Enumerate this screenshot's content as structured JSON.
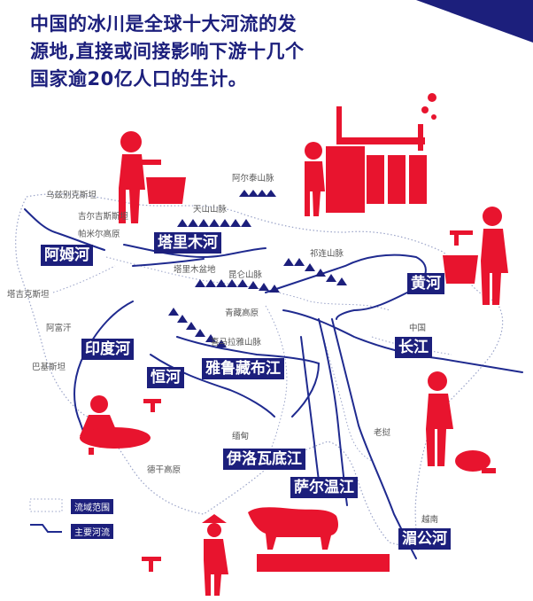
{
  "headline": {
    "line1": "中国的冰川是全球十大河流的发",
    "line2": "源地,直接或间接影响下游十几个",
    "line3": "国家逾20亿人口的生计。"
  },
  "colors": {
    "navy": "#1c1f7c",
    "red": "#e8142e",
    "river": "#1f2a8f",
    "border": "#9aa3c8"
  },
  "country_labels": {
    "uzbekistan": "乌兹别克斯坦",
    "kyrgyzstan": "吉尔吉斯斯坦",
    "pamir": "帕米尔高原",
    "tajikistan": "塔吉克斯坦",
    "afghanistan": "阿富汗",
    "pakistan": "巴基斯坦",
    "myanmar": "缅甸",
    "deccan": "德干高原",
    "laos": "老挝",
    "vietnam": "越南",
    "china": "中国"
  },
  "mountain_labels": {
    "altai": "阿尔泰山脉",
    "tianshan": "天山山脉",
    "tarim_basin": "塔里木盆地",
    "qilian": "祁连山脉",
    "kunlun": "昆仑山脉",
    "qingzang": "青藏高原",
    "himalaya": "喜马拉雅山脉"
  },
  "rivers": {
    "tarim": "塔里木河",
    "amu": "阿姆河",
    "indus": "印度河",
    "ganges": "恒河",
    "yarlung": "雅鲁藏布江",
    "huang": "黄河",
    "changjiang": "长江",
    "irrawaddy": "伊洛瓦底江",
    "salween": "萨尔温江",
    "mekong": "湄公河"
  },
  "legend": {
    "basin": "流域范围",
    "river": "主要河流"
  },
  "icons": {
    "water_drinking_person": "person-drinking-icon",
    "factory": "factory-icon",
    "hand_washing": "hand-washing-icon",
    "laundry": "laundry-icon",
    "farmer_ox": "farmer-ox-icon",
    "pig_feeding": "pig-feeding-icon"
  }
}
